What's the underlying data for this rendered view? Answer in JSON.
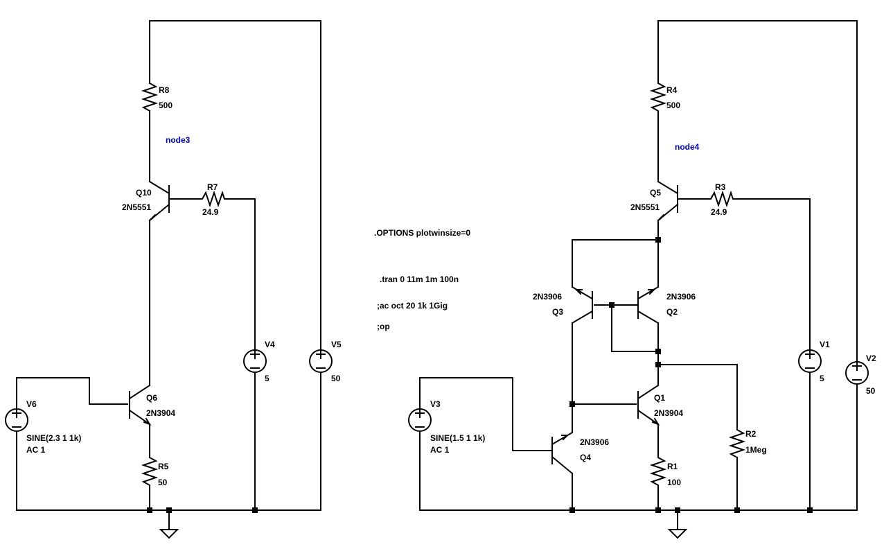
{
  "left": {
    "R8": {
      "name": "R8",
      "value": "500"
    },
    "R7": {
      "name": "R7",
      "value": "24.9"
    },
    "R5": {
      "name": "R5",
      "value": "50"
    },
    "Q10": {
      "name": "Q10",
      "model": "2N5551"
    },
    "Q6": {
      "name": "Q6",
      "model": "2N3904"
    },
    "V4": {
      "name": "V4",
      "value": "5"
    },
    "V5": {
      "name": "V5",
      "value": "50"
    },
    "V6": {
      "name": "V6",
      "value": "SINE(2.3 1 1k)",
      "ac": "AC 1"
    },
    "net": "node3"
  },
  "right": {
    "R4": {
      "name": "R4",
      "value": "500"
    },
    "R3": {
      "name": "R3",
      "value": "24.9"
    },
    "R1": {
      "name": "R1",
      "value": "100"
    },
    "R2": {
      "name": "R2",
      "value": "1Meg"
    },
    "Q5": {
      "name": "Q5",
      "model": "2N5551"
    },
    "Q3": {
      "name": "Q3",
      "model": "2N3906"
    },
    "Q2": {
      "name": "Q2",
      "model": "2N3906"
    },
    "Q1": {
      "name": "Q1",
      "model": "2N3904"
    },
    "Q4": {
      "name": "Q4",
      "model": "2N3906"
    },
    "V1": {
      "name": "V1",
      "value": "5"
    },
    "V2": {
      "name": "V2",
      "value": "50"
    },
    "V3": {
      "name": "V3",
      "value": "SINE(1.5 1 1k)",
      "ac": "AC 1"
    },
    "net": "node4"
  },
  "directives": {
    "options": ".OPTIONS plotwinsize=0",
    "tran": ".tran 0 11m 1m 100n",
    "ac": ";ac oct 20 1k 1Gig",
    "op": ";op"
  }
}
